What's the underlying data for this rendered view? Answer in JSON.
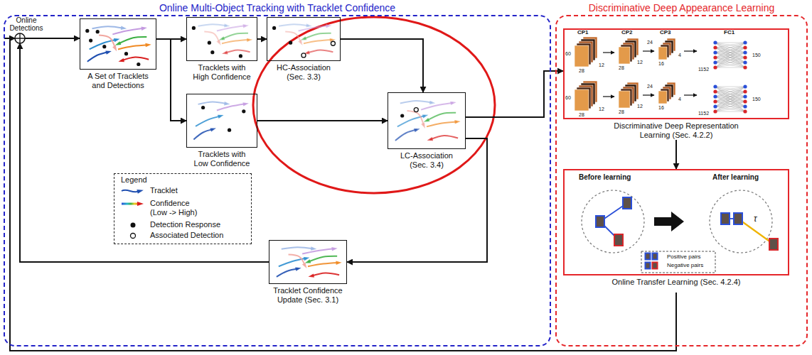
{
  "diagram": {
    "nodes": [
      {
        "text": [
          "Online Multi-Object Tracking with Tracklet Confidence"
        ]
      },
      {
        "text": [
          "A Set of Tracklets and Detections"
        ],
        "in": 0
      },
      {
        "text": [
          "Tracklets with High Confidence"
        ],
        "in": 0
      },
      {
        "text": [
          "HC-Association (Sec. 3.3)"
        ],
        "in": 0
      },
      {
        "text": [
          "Tracklets with Low Confidence"
        ],
        "in": 0
      },
      {
        "text": [
          "LC-Association (Sec. 3.4)"
        ],
        "in": 0
      },
      {
        "text": [
          "Tracklet Confidence Update (Sec. 3.1)"
        ],
        "in": 0
      },
      {
        "text": [
          "Discriminative Deep Appearance Learning"
        ]
      },
      {
        "text": [
          "Discriminative Deep Representation Learning (Sec. 4.2.2)"
        ],
        "in": 7
      },
      {
        "text": [
          "Online Transfer Learning (Sec. 4.2.4)"
        ],
        "in": 7
      }
    ],
    "edges": [
      {
        "from": 1,
        "to": 2,
        "arrow": "to"
      },
      {
        "from": 1,
        "to": 4,
        "arrow": "to"
      },
      {
        "from": 2,
        "to": 3,
        "arrow": "to"
      },
      {
        "from": 3,
        "to": 5,
        "arrow": "to"
      },
      {
        "from": 4,
        "to": 5,
        "arrow": "to"
      },
      {
        "from": 5,
        "to": 6,
        "arrow": "to"
      },
      {
        "from": 5,
        "to": 8,
        "arrow": "to"
      },
      {
        "from": 8,
        "to": 9,
        "arrow": "to"
      }
    ],
    "labels": [
      "Online Detections",
      "Legend",
      "CP1",
      "CP2",
      "CP3",
      "FC1",
      "60",
      "28",
      "12",
      "28",
      "12",
      "16",
      "4",
      "24",
      "1152",
      "150",
      "60",
      "28",
      "12",
      "28",
      "12",
      "16",
      "4",
      "24",
      "1152",
      "150",
      "Before learning",
      "After learning",
      "τ",
      "Positive pairs",
      "Negative pairs"
    ],
    "legend": [
      {
        "text": "Tracklet"
      },
      {
        "text": "Confidence (Low -> High)"
      },
      {
        "text": "Detection Response"
      },
      {
        "text": "Associated Detection"
      }
    ]
  }
}
